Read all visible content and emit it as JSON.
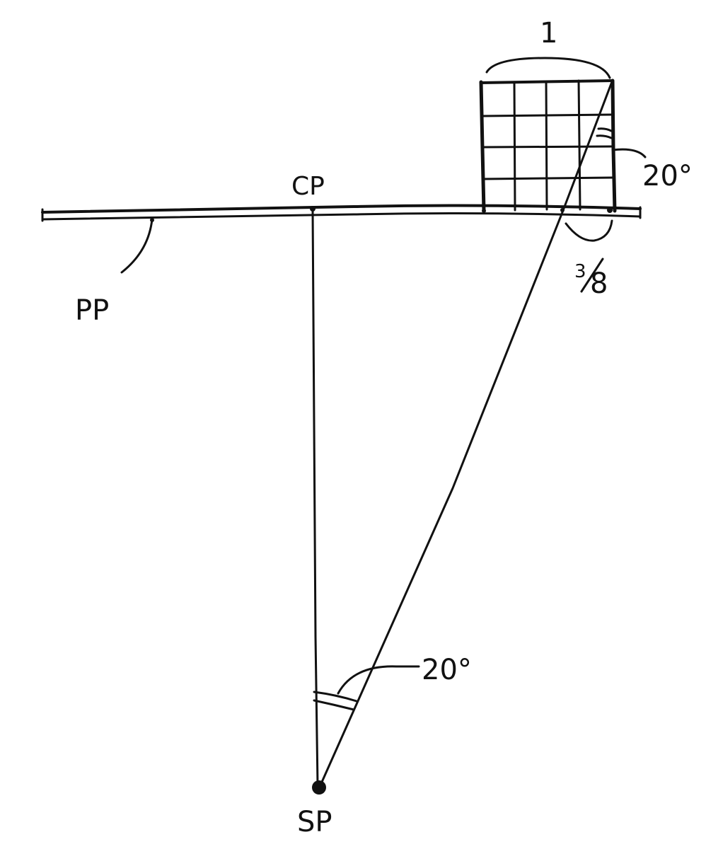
{
  "labels": {
    "cp": "CP",
    "pp": "PP",
    "sp": "SP",
    "width": "1",
    "angle_top": "20°",
    "angle_bottom": "20°",
    "fraction_num": "3",
    "fraction_den": "8"
  },
  "colors": {
    "ink": "#111111",
    "background": "#ffffff"
  }
}
